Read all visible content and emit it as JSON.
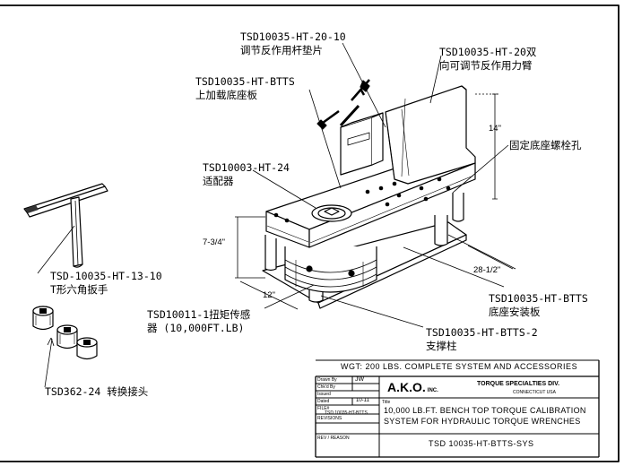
{
  "callouts": {
    "pad": [
      "TSD10035-HT-20-10",
      "调节反作用杆垫片"
    ],
    "arm": [
      "TSD10035-HT-20双",
      "向可调节反作用力臂"
    ],
    "top_plate": [
      "TSD10035-HT-BTTS",
      "上加载底座板"
    ],
    "bolt_hole": [
      "固定底座螺栓孔"
    ],
    "adapter": [
      "TSD10003-HT-24",
      "适配器"
    ],
    "wrench": [
      "TSD-10035-HT-13-10",
      "T形六角扳手"
    ],
    "transducer": [
      "TSD10011-1扭矩传感",
      "器 (10,000FT.LB)"
    ],
    "mount_plate": [
      "TSD10035-HT-BTTS",
      "底座安装板"
    ],
    "post": [
      "TSD10035-HT-BTTS-2",
      "支撑柱"
    ],
    "drive_adapter": [
      "TSD362-24 转换接头"
    ]
  },
  "dimensions": {
    "height_right": "14\"",
    "height_left": "7-3/4\"",
    "depth": "12\"",
    "length": "28-1/2\""
  },
  "title_block": {
    "weight_note": "WGT: 200 LBS. COMPLETE SYSTEM AND ACCESSORIES",
    "company": "A.K.O.",
    "company_suffix": "INC.",
    "division": "TORQUE SPECIALTIES DIV.",
    "division_sub": "CONNECTICUT USA",
    "desc_line1": "10,000 LB.FT. BENCH TOP TORQUE CALIBRATION",
    "desc_line2": "SYSTEM FOR HYDRAULIC TORQUE WRENCHES",
    "drawing_number": "TSD 10035-HT-BTTS-SYS",
    "fields": [
      {
        "label": "Drawn By",
        "value": "JW"
      },
      {
        "label": "Chk'd By",
        "value": ""
      },
      {
        "label": "Issued",
        "value": ""
      },
      {
        "label": "Dated",
        "value": "10-11"
      },
      {
        "label": "FILE#",
        "value": "TSD 10035-HT-BTTS"
      },
      {
        "label": "REVISIONS",
        "value": ""
      },
      {
        "label": "REV / REASON",
        "value": ""
      }
    ],
    "title_label": "Title"
  }
}
